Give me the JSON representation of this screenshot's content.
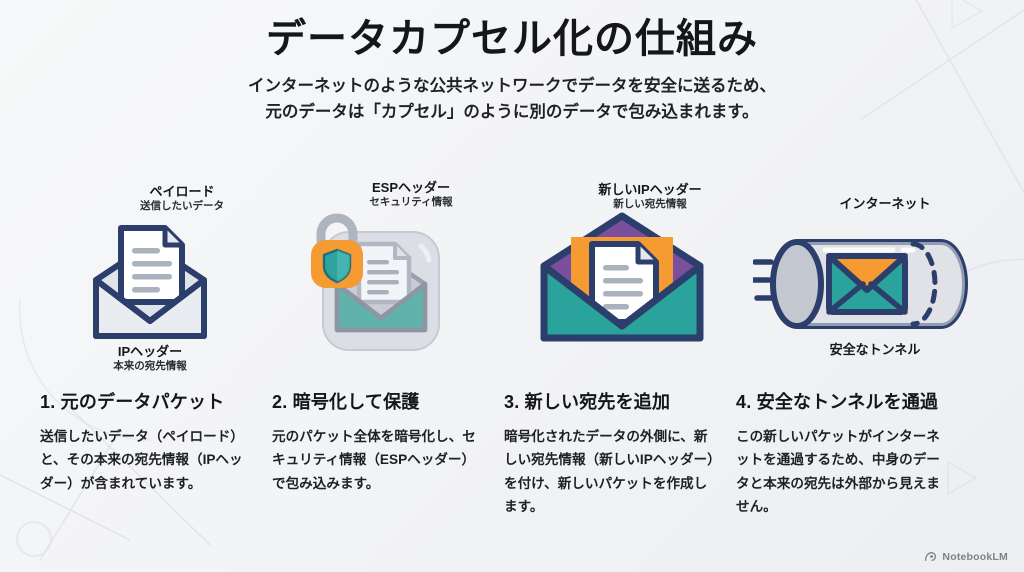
{
  "header": {
    "title": "データカプセル化の仕組み",
    "subtitle_line1": "インターネットのような公共ネットワークでデータを安全に送るため、",
    "subtitle_line2": "元のデータは「カプセル」のように別のデータで包み込まれます。"
  },
  "panels": [
    {
      "id": "original-packet",
      "top_label_main": "ペイロード",
      "top_label_sub": "送信したいデータ",
      "bottom_label_main": "IPヘッダー",
      "bottom_label_sub": "本来の宛先情報",
      "icon": "open-envelope-with-document-icon"
    },
    {
      "id": "encrypted-packet",
      "top_label_main": "ESPヘッダー",
      "top_label_sub": "セキュリティ情報",
      "bottom_label_main": "",
      "bottom_label_sub": "",
      "icon": "padlock-shield-over-encrypted-envelope-icon"
    },
    {
      "id": "new-header-packet",
      "top_label_main": "新しいIPヘッダー",
      "top_label_sub": "新しい宛先情報",
      "bottom_label_main": "",
      "bottom_label_sub": "",
      "icon": "purple-envelope-wrapping-orange-packet-icon"
    },
    {
      "id": "secure-tunnel",
      "top_label_main": "インターネット",
      "top_label_sub": "",
      "bottom_label_main": "安全なトンネル",
      "bottom_label_sub": "",
      "icon": "tunnel-cylinder-with-envelope-icon"
    }
  ],
  "columns": [
    {
      "heading": "1. 元のデータパケット",
      "body": "送信したいデータ（ペイロード）と、その本来の宛先情報（IPヘッダー）が含まれています。"
    },
    {
      "heading": "2. 暗号化して保護",
      "body": "元のパケット全体を暗号化し、セキュリティ情報（ESPヘッダー）で包み込みます。"
    },
    {
      "heading": "3. 新しい宛先を追加",
      "body": "暗号化されたデータの外側に、新しい宛先情報（新しいIPヘッダー）を付け、新しいパケットを作成します。"
    },
    {
      "heading": "4. 安全なトンネルを通過",
      "body": "この新しいパケットがインターネットを通過するため、中身のデータと本来の宛先は外部から見えません。"
    }
  ],
  "footer": {
    "brand": "NotebookLM",
    "logo_icon": "notebooklm-logo-icon"
  },
  "colors": {
    "background": "#f4f5f7",
    "navy_outline": "#2c3e6b",
    "envelope_light": "#dfe3ea",
    "teal": "#3fa9a0",
    "orange": "#f59b32",
    "purple": "#7b4f9d",
    "grey_tunnel": "#d4d8de",
    "text_dark": "#14161a"
  }
}
